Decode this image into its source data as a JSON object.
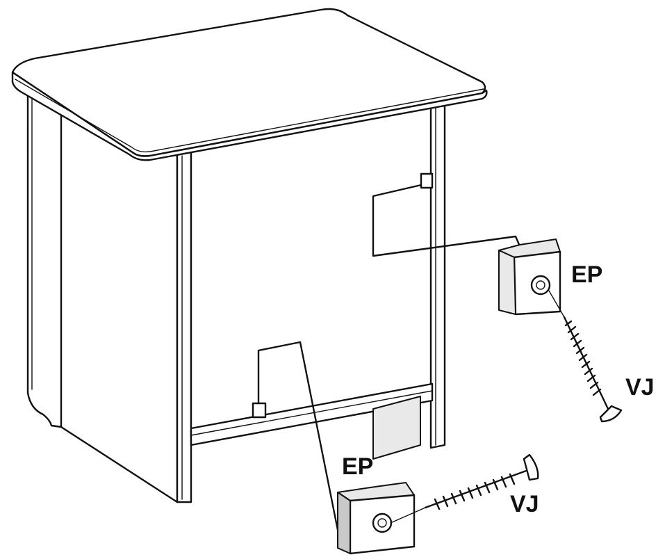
{
  "labels": {
    "ep_top": "EP",
    "vj_top": "VJ",
    "ep_bottom": "EP",
    "vj_bottom": "VJ"
  }
}
